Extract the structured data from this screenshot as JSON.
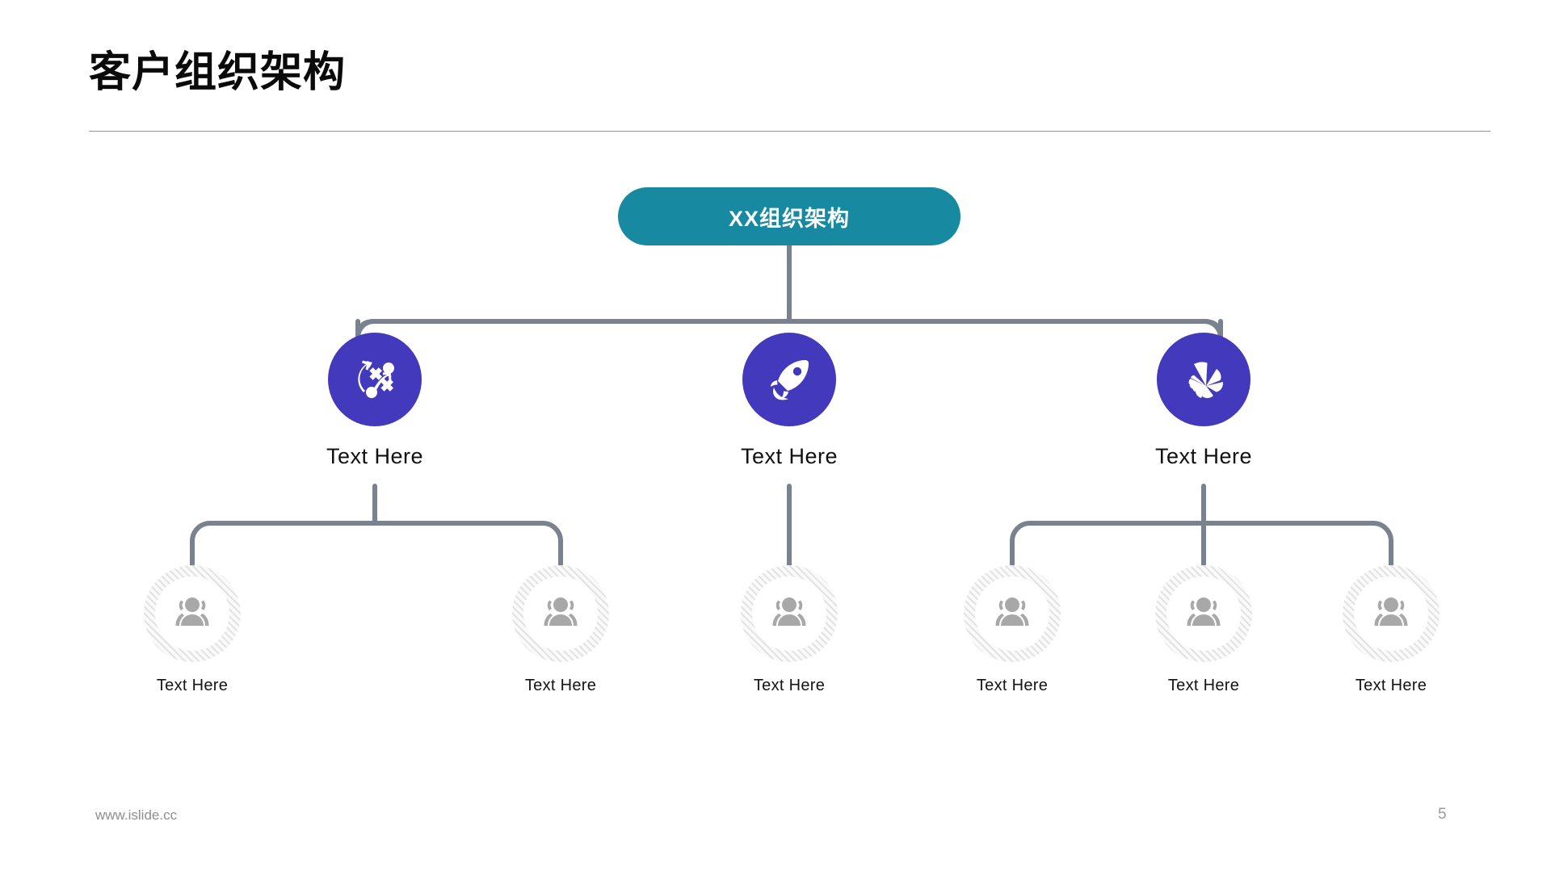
{
  "slide": {
    "title": "客户组织架构",
    "page_number": "5",
    "footer_url": "www.islide.cc",
    "background_color": "#ffffff"
  },
  "colors": {
    "root_teal": "#1789a1",
    "node_purple": "#4239bd",
    "connector_grey": "#78838f",
    "hatch_grey": "#e3e3e3",
    "person_grey": "#a8a8a8",
    "title_black": "#0a0a0a",
    "rule_grey": "#939393",
    "footer_grey": "#8e8e8e"
  },
  "chart_data": {
    "type": "diagram",
    "diagram_kind": "organization-tree",
    "title": "客户组织架构",
    "root": {
      "label": "XX组织架构",
      "shape": "rounded-rectangle",
      "fill": "#1789a1",
      "text_color": "#ffffff"
    },
    "levels": 3,
    "branch_counts": [
      3,
      2,
      1,
      3
    ],
    "level1": [
      {
        "label": "Text Here",
        "icon": "strategy-icon",
        "fill": "#4239bd",
        "children": 2
      },
      {
        "label": "Text Here",
        "icon": "rocket-icon",
        "fill": "#4239bd",
        "children": 1
      },
      {
        "label": "Text Here",
        "icon": "pinwheel-icon",
        "fill": "#4239bd",
        "children": 3
      }
    ],
    "level2": [
      {
        "label": "Text Here",
        "icon": "people-group-icon",
        "parent": 0
      },
      {
        "label": "Text Here",
        "icon": "people-group-icon",
        "parent": 0
      },
      {
        "label": "Text Here",
        "icon": "people-group-icon",
        "parent": 1
      },
      {
        "label": "Text Here",
        "icon": "people-group-icon",
        "parent": 2
      },
      {
        "label": "Text Here",
        "icon": "people-group-icon",
        "parent": 2
      },
      {
        "label": "Text Here",
        "icon": "people-group-icon",
        "parent": 2
      }
    ],
    "connector_style": "orthogonal-rounded-bracket",
    "connector_color": "#78838f"
  }
}
